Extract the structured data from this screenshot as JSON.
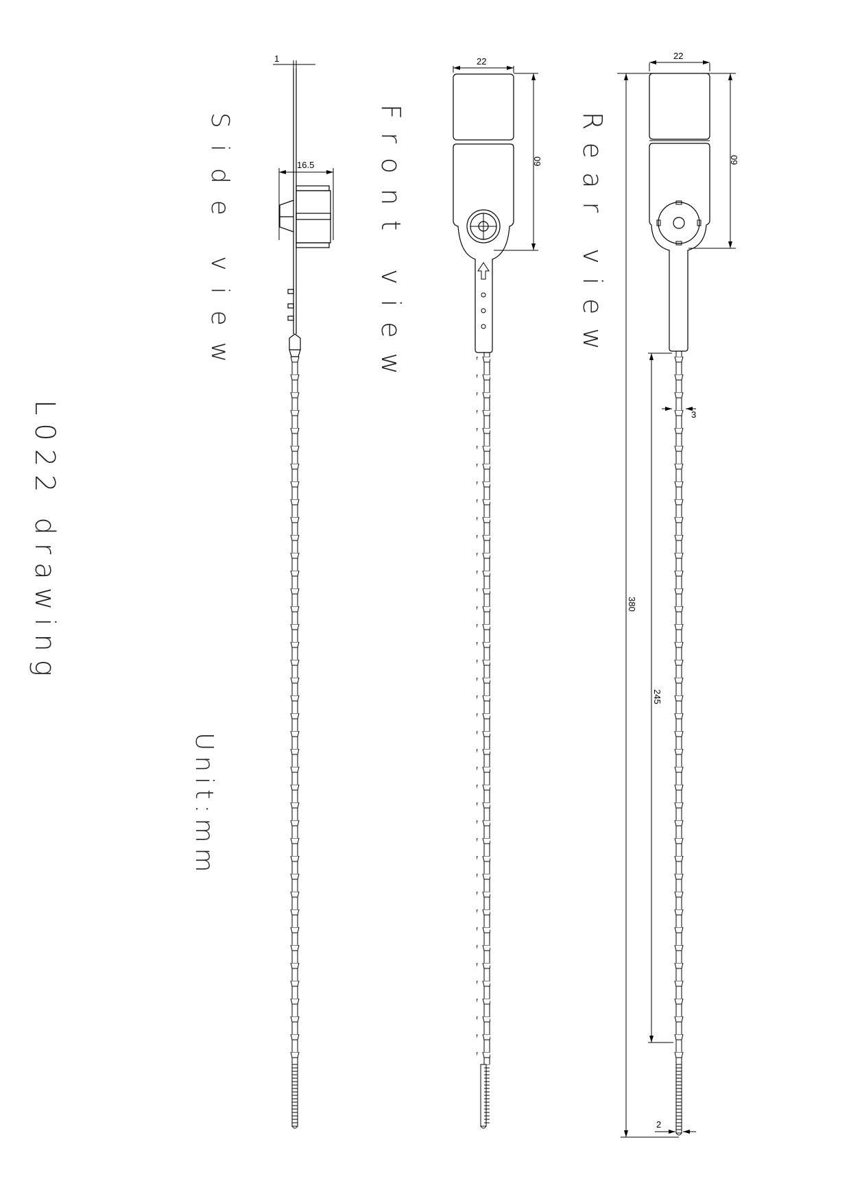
{
  "title": "L022 drawing",
  "unit_label": "Unit:mm",
  "views": {
    "side": {
      "label": "Side view",
      "dims": {
        "thickness": "1",
        "body_depth": "16.5"
      }
    },
    "front": {
      "label": "Front view",
      "dims": {
        "width": "22",
        "head_length": "60"
      }
    },
    "rear": {
      "label": "Rear view",
      "dims": {
        "width": "22",
        "head_length": "60",
        "total_length": "380",
        "strap_length": "245",
        "strap_width": "3",
        "tail_width": "2"
      }
    }
  },
  "colors": {
    "line": "#000000",
    "background": "#ffffff"
  }
}
